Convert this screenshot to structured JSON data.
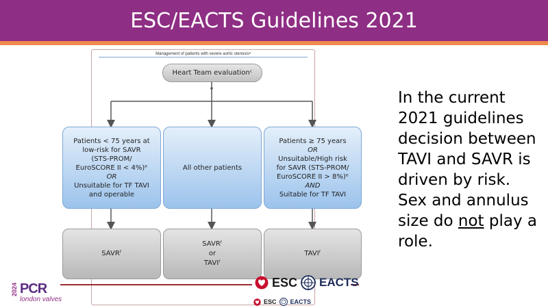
{
  "header": {
    "title": "ESC/EACTS Guidelines 2021"
  },
  "figure": {
    "caption": "Management of patients with severe aortic stenosisᵃ",
    "root": {
      "label": "Heart Team evaluationᶜ"
    },
    "criteria": {
      "left": {
        "l1": "Patients < 75 years at",
        "l2": "low-risk for SAVR",
        "l3": "(STS-PROM/",
        "l4": "EuroSCORE II < 4%)ᵉ",
        "l5": "OR",
        "l6": "Unsuitable for TF TAVI",
        "l7": "and operable"
      },
      "middle": {
        "l1": "All other patients"
      },
      "right": {
        "l1": "Patients ≥ 75 years",
        "l2": "OR",
        "l3": "Unsuitable/High risk",
        "l4": "for SAVR (STS-PROM/",
        "l5": "EuroSCORE II > 8%)ᵉ",
        "l6": "AND",
        "l7": "Suitable for TF TAVI"
      }
    },
    "outcomes": {
      "left": {
        "l1": "SAVRᶠ"
      },
      "middle": {
        "l1": "SAVRᶠ",
        "l2": "or",
        "l3": "TAVIᶠ"
      },
      "right": {
        "l1": "TAVIᶠ"
      }
    }
  },
  "side_text": {
    "part1": "In the current 2021 guidelines decision between TAVI and SAVR is driven by risk. Sex and annulus size do ",
    "emphasis": "not",
    "part2": " play a role."
  },
  "logos": {
    "esc": "ESC",
    "eacts": "EACTS",
    "pcr": "PCR",
    "pcr_sub": "london valves",
    "pcr_year": "2024"
  },
  "colors": {
    "title_bar": "#8e2e84",
    "title_rule": "#f08a4b",
    "blue_box": "#9cc3ec",
    "grey_box": "#b8b8b8"
  }
}
